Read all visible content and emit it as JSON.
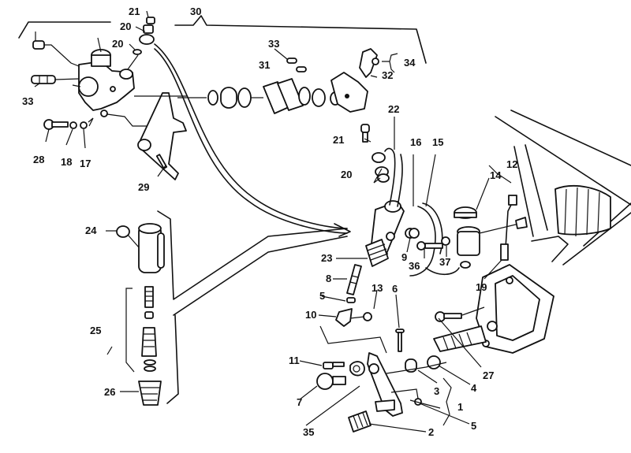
{
  "diagram": {
    "title": "Rear brake exploded parts diagram",
    "background": "#ffffff",
    "ink": "#111111",
    "labels": [
      {
        "id": "l21a",
        "text": "21",
        "part": "bleed-screw"
      },
      {
        "id": "l20a",
        "text": "20",
        "part": "washer"
      },
      {
        "id": "l20b",
        "text": "20",
        "part": "washer"
      },
      {
        "id": "l30",
        "text": "30",
        "part": "caliper-assembly"
      },
      {
        "id": "l33a",
        "text": "33",
        "part": "pad-pin"
      },
      {
        "id": "l28",
        "text": "28",
        "part": "caliper-bolt"
      },
      {
        "id": "l18",
        "text": "18",
        "part": "washer"
      },
      {
        "id": "l17",
        "text": "17",
        "part": "washer"
      },
      {
        "id": "l29",
        "text": "29",
        "part": "caliper-bracket"
      },
      {
        "id": "l33b",
        "text": "33",
        "part": "pad-pin"
      },
      {
        "id": "l31",
        "text": "31",
        "part": "brake-pads"
      },
      {
        "id": "l34",
        "text": "34",
        "part": "pad-spring-kit"
      },
      {
        "id": "l32",
        "text": "32",
        "part": "pad-spring"
      },
      {
        "id": "l22",
        "text": "22",
        "part": "brake-hose"
      },
      {
        "id": "l21b",
        "text": "21",
        "part": "banjo-bolt"
      },
      {
        "id": "l20c",
        "text": "20",
        "part": "washers"
      },
      {
        "id": "l16",
        "text": "16",
        "part": "hose-clip"
      },
      {
        "id": "l15",
        "text": "15",
        "part": "reservoir-hose"
      },
      {
        "id": "l14",
        "text": "14",
        "part": "reservoir-cap"
      },
      {
        "id": "l12",
        "text": "12",
        "part": "reservoir"
      },
      {
        "id": "l24",
        "text": "24",
        "part": "master-cylinder-fitting"
      },
      {
        "id": "l23",
        "text": "23",
        "part": "master-cylinder"
      },
      {
        "id": "l9",
        "text": "9",
        "part": "spacer"
      },
      {
        "id": "l36",
        "text": "36",
        "part": "screw"
      },
      {
        "id": "l37",
        "text": "37",
        "part": "washer"
      },
      {
        "id": "l19",
        "text": "19",
        "part": "brake-light-switch"
      },
      {
        "id": "l8",
        "text": "8",
        "part": "push-rod"
      },
      {
        "id": "l5a",
        "text": "5",
        "part": "nut"
      },
      {
        "id": "l13",
        "text": "13",
        "part": "nut"
      },
      {
        "id": "l6",
        "text": "6",
        "part": "pin"
      },
      {
        "id": "l10",
        "text": "10",
        "part": "clevis"
      },
      {
        "id": "l25",
        "text": "25",
        "part": "piston-kit"
      },
      {
        "id": "l11",
        "text": "11",
        "part": "bolt"
      },
      {
        "id": "l27",
        "text": "27",
        "part": "footrest-bolt"
      },
      {
        "id": "l3",
        "text": "3",
        "part": "bushing"
      },
      {
        "id": "l4",
        "text": "4",
        "part": "washer"
      },
      {
        "id": "l26",
        "text": "26",
        "part": "dust-boot"
      },
      {
        "id": "l7",
        "text": "7",
        "part": "pivot-bolt"
      },
      {
        "id": "l35",
        "text": "35",
        "part": "return-spring"
      },
      {
        "id": "l1",
        "text": "1",
        "part": "brake-pedal-assembly"
      },
      {
        "id": "l2",
        "text": "2",
        "part": "pedal-rubber"
      },
      {
        "id": "l5b",
        "text": "5",
        "part": "nut"
      }
    ]
  }
}
